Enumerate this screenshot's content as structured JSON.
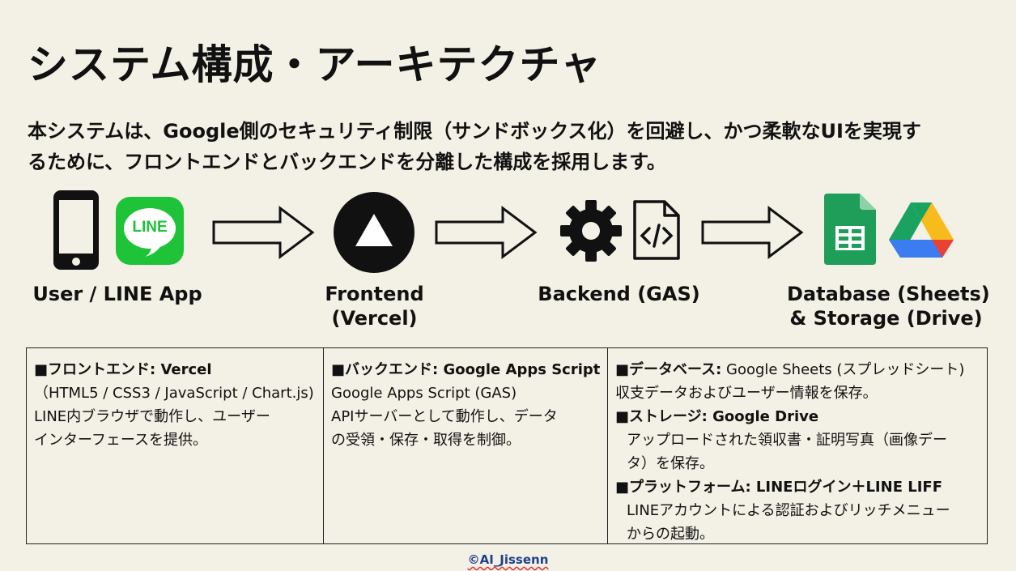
{
  "title": "システム構成・アーキテクチャ",
  "intro": {
    "line1": "本システムは、Google側のセキュリティ制限（サンドボックス化）を回避し、かつ柔軟なUIを実現す",
    "line2": "るために、フロントエンドとバックエンドを分離した構成を採用します。"
  },
  "flow": {
    "user": {
      "label": "User / LINE App",
      "line_logo_text": "LINE"
    },
    "frontend": {
      "label_line1": "Frontend",
      "label_line2": "(Vercel)"
    },
    "backend": {
      "label": "Backend (GAS)"
    },
    "database": {
      "label_line1": "Database (Sheets)",
      "label_line2": "& Storage (Drive)"
    }
  },
  "table": {
    "col1": {
      "heading": "■フロントエンド: Vercel",
      "lines": [
        "（HTML5 / CSS3 / JavaScript / Chart.js)",
        "LINE内ブラウザで動作し、ユーザー",
        "インターフェースを提供。"
      ]
    },
    "col2": {
      "heading": "■バックエンド: Google Apps Script",
      "lines": [
        "Google Apps Script (GAS)",
        "APIサーバーとして動作し、データ",
        "の受領・保存・取得を制御。"
      ]
    },
    "col3": {
      "db_heading": "■データベース:",
      "db_heading_rest": " Google Sheets (スプレッドシート)",
      "db_lines": [
        "収支データおよびユーザー情報を保存。"
      ],
      "storage_heading": "■ストレージ: Google Drive",
      "storage_lines": [
        "アップロードされた領収書・証明写真（画像デー",
        "タ）を保存。"
      ],
      "platform_heading": "■プラットフォーム: LINEログイン＋LINE LIFF",
      "platform_lines": [
        "LINEアカウントによる認証およびリッチメニュー",
        "からの起動。"
      ]
    }
  },
  "copyright": "©AI_Jissenn",
  "colors": {
    "background": "#f3f0e5",
    "line_green": "#1ec337",
    "sheets_green": "#1e9e58",
    "copyright_blue": "#1f3f8f"
  }
}
